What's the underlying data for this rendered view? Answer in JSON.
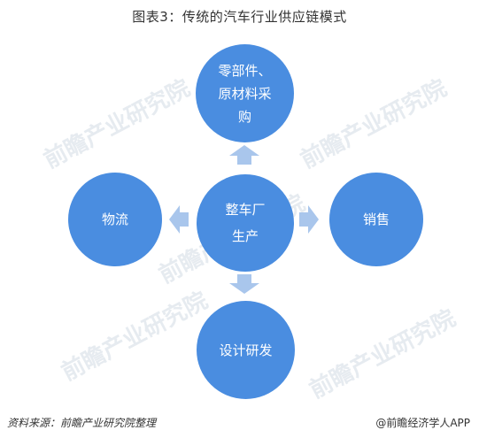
{
  "title": "图表3：传统的汽车行业供应链模式",
  "nodes": {
    "top_line1": "零部件、",
    "top_line2": "原材料采",
    "top_line3": "购",
    "center_line1": "整车厂",
    "center_line2": "生产",
    "left": "物流",
    "right": "销售",
    "bottom": "设计研发"
  },
  "footer": {
    "source": "资料来源：前瞻产业研究院整理",
    "brand": "@前瞻经济学人APP"
  },
  "watermark": "前瞻产业研究院",
  "colors": {
    "node": "#4a8de0",
    "arrow": "#a9c6ec"
  }
}
